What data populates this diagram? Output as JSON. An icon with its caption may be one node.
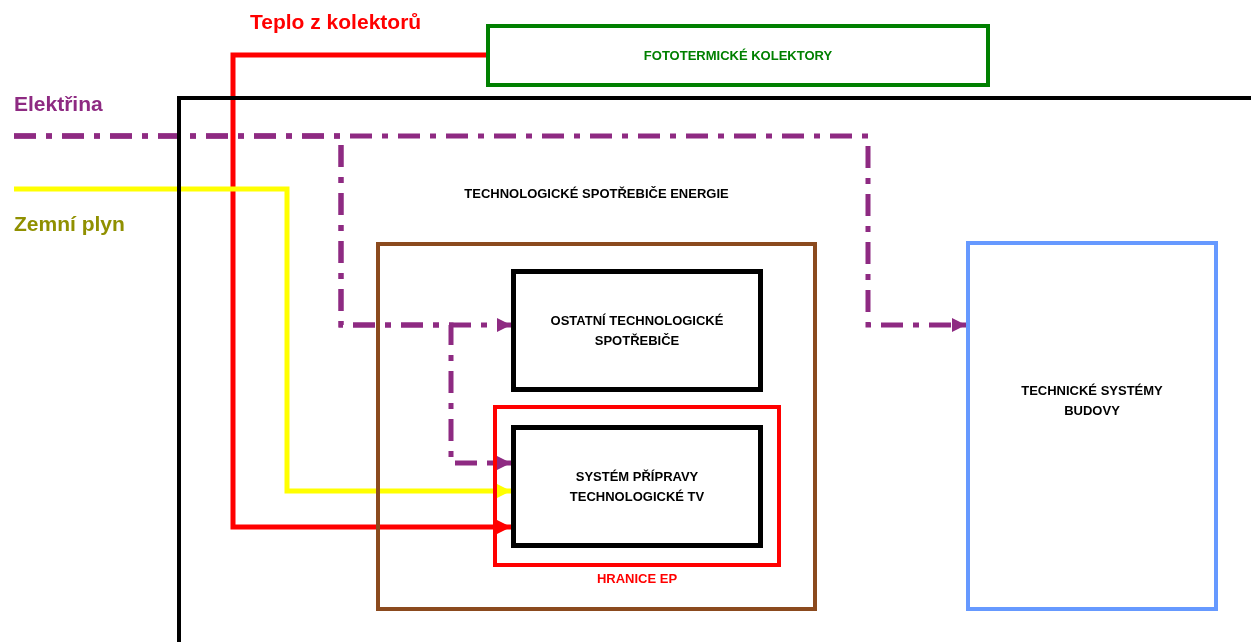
{
  "diagram": {
    "nodes": [
      {
        "text": [],
        "shape": "box"
      },
      {
        "text": [
          "FOTOTERMICKÉ KOLEKTORY"
        ]
      },
      {
        "text": [
          "TECHNOLOGICKÉ SPOTŘEBIČE ENERGIE"
        ],
        "in": 0
      },
      {
        "text": [
          "OSTATNÍ TECHNOLOGICKÉ SPOTŘEBIČE"
        ],
        "in": 2
      },
      {
        "text": [
          "HRANICE EP"
        ],
        "in": 2
      },
      {
        "text": [
          "SYSTÉM PŘÍPRAVY TECHNOLOGICKÉ TV"
        ],
        "in": 4
      },
      {
        "text": [
          "TECHNICKÉ SYSTÉMY BUDOVY"
        ],
        "in": 0
      }
    ],
    "edges": [
      {
        "from": 1,
        "to": 5,
        "arrow": "to",
        "label": "Teplo z kolektorů",
        "color": "#ff0000"
      },
      {
        "from": null,
        "to": 3,
        "arrow": "to",
        "label": "Elektřina",
        "style": "dashed",
        "color": "#8e2a82"
      },
      {
        "from": null,
        "to": 5,
        "arrow": "to",
        "style": "dashed",
        "color": "#8e2a82"
      },
      {
        "from": null,
        "to": 6,
        "arrow": "to",
        "style": "dashed",
        "color": "#8e2a82"
      },
      {
        "from": null,
        "to": 5,
        "arrow": "to",
        "label": "Zemní plyn",
        "color": "#ffff00"
      }
    ]
  }
}
